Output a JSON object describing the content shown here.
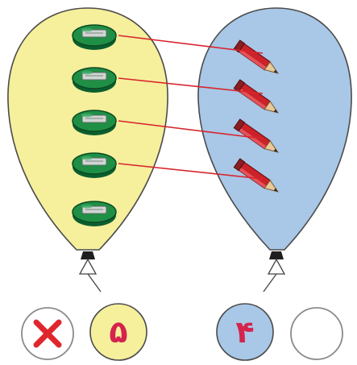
{
  "left_balloon": {
    "fill": "#f6ef9c",
    "item_icon": "sharpener-icon",
    "item_count": 5,
    "label_circle_fill": "#f6ef9c",
    "count_label": "۵"
  },
  "right_balloon": {
    "fill": "#a9c7e6",
    "item_icon": "pencil-icon",
    "item_count": 4,
    "label_circle_fill": "#a9c7e6",
    "count_label": "۴"
  },
  "answer_boxes": {
    "left_mark_icon": "cross-mark-icon",
    "left_mark_color": "#e0262d",
    "right_mark_icon": "empty-circle"
  },
  "connector_color": "#d8242c",
  "pairs_connected": 4
}
